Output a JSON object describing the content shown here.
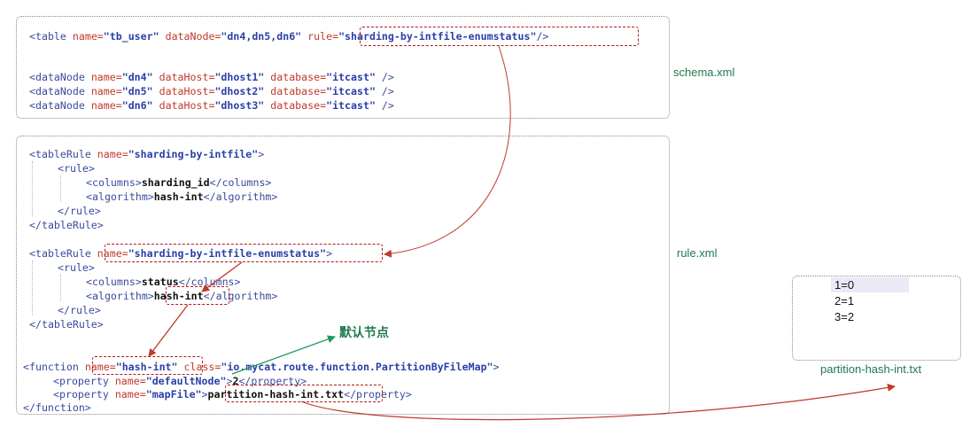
{
  "schema": {
    "label": "schema.xml",
    "table_line": {
      "open": "<table ",
      "a_name": "name=",
      "v_name": "\"tb_user\"",
      "a_node": " dataNode=",
      "v_node": "\"dn4,dn5,dn6\"",
      "a_rule": " rule=",
      "v_rule": "\"sharding-by-intfile-enumstatus\"",
      "close": "/>"
    },
    "datanodes": [
      {
        "name": "\"dn4\"",
        "host": "\"dhost1\"",
        "db": "\"itcast\""
      },
      {
        "name": "\"dn5\"",
        "host": "\"dhost2\"",
        "db": "\"itcast\""
      },
      {
        "name": "\"dn6\"",
        "host": "\"dhost3\"",
        "db": "\"itcast\""
      }
    ],
    "dn_open": "<dataNode ",
    "dn_a_name": "name=",
    "dn_a_host": " dataHost=",
    "dn_a_db": " database=",
    "dn_close": " />"
  },
  "rule": {
    "label": "rule.xml",
    "r1_open": "<tableRule ",
    "r1_a_name": "name=",
    "r1_v_name": "\"sharding-by-intfile\"",
    "r1_close": ">",
    "rule_open": "<rule>",
    "col_open": "<columns>",
    "r1_col": "sharding_id",
    "col_close": "</columns>",
    "alg_open": "<algorithm>",
    "r1_alg": "hash-int",
    "alg_close": "</algorithm>",
    "rule_close": "</rule>",
    "tr_close": "</tableRule>",
    "r2_a_name": "name=",
    "r2_v_name": "\"sharding-by-intfile-enumstatus\"",
    "r2_col": "status",
    "r2_alg": "hash-int",
    "fn_open": "<function ",
    "fn_a_name": "name=",
    "fn_v_name": "\"hash-int\"",
    "fn_a_class": " class=",
    "fn_v_class": "\"io.mycat.route.function.PartitionByFileMap\"",
    "fn_close": ">",
    "prop_open": "<property ",
    "prop_a_name": "name=",
    "p1_name": "\"defaultNode\"",
    "p1_val": "2",
    "p2_name": "\"mapFile\"",
    "p2_val": "partition-hash-int.txt",
    "prop_close": "</property>",
    "fn_end": "</function>"
  },
  "annotation": "默认节点",
  "mapfile": {
    "label": "partition-hash-int.txt",
    "lines": [
      "1=0",
      "2=1",
      "3=2"
    ]
  },
  "colors": {
    "tag": "#3a4a9c",
    "attr": "#c0392b",
    "value": "#2a3fa8",
    "highlight": "#b01a1a",
    "arrow_red": "#c0392b",
    "arrow_green": "#1f9a5a",
    "label_green": "#1f7a4e"
  }
}
